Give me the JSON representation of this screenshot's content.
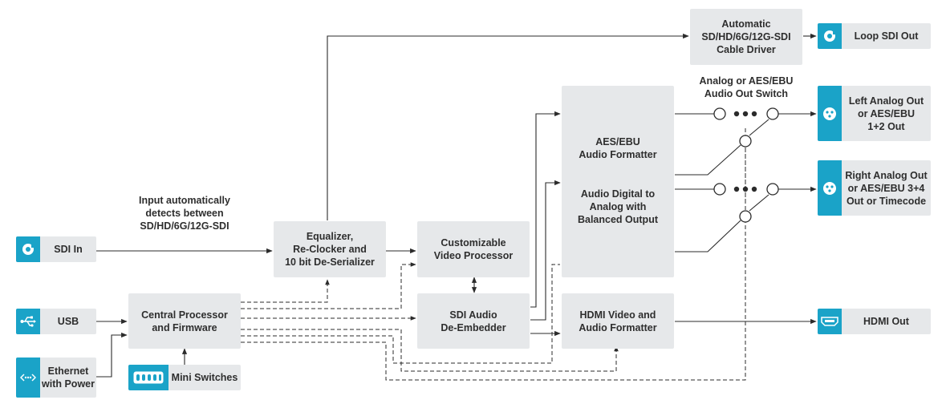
{
  "labels": {
    "sdi_in": "SDI In",
    "usb": "USB",
    "ethernet": "Ethernet\nwith Power",
    "mini_switches": "Mini Switches",
    "equalizer": "Equalizer,\nRe-Clocker and\n10 bit De-Serializer",
    "central_processor": "Central Processor\nand Firmware",
    "video_processor": "Customizable\nVideo Processor",
    "sdi_audio": "SDI Audio\nDe-Embedder",
    "hdmi_formatter": "HDMI Video and\nAudio Formatter",
    "aes_formatter": "AES/EBU\nAudio Formatter",
    "audio_d2a": "Audio Digital to\nAnalog with\nBalanced Output",
    "cable_driver": "Automatic\nSD/HD/6G/12G-SDI\nCable Driver",
    "loop_sdi_out": "Loop SDI Out",
    "left_analog_out": "Left Analog Out\nor AES/EBU\n1+2 Out",
    "right_analog_out": "Right Analog Out\nor AES/EBU 3+4\nOut or Timecode",
    "hdmi_out": "HDMI Out",
    "input_note": "Input automatically\ndetects between\nSD/HD/6G/12G-SDI",
    "switch_note": "Analog or AES/EBU\nAudio Out Switch"
  },
  "colors": {
    "accent": "#1aa3c8",
    "box": "#e6e8ea",
    "line": "#2b2b2b"
  },
  "icons": {
    "sdi_in": "bnc-connector-icon",
    "usb": "usb-icon",
    "ethernet": "ethernet-icon",
    "mini_switches": "dip-switch-icon",
    "loop_sdi_out": "bnc-connector-icon",
    "left_analog_out": "xlr-connector-icon",
    "right_analog_out": "xlr-connector-icon",
    "hdmi_out": "hdmi-connector-icon"
  }
}
